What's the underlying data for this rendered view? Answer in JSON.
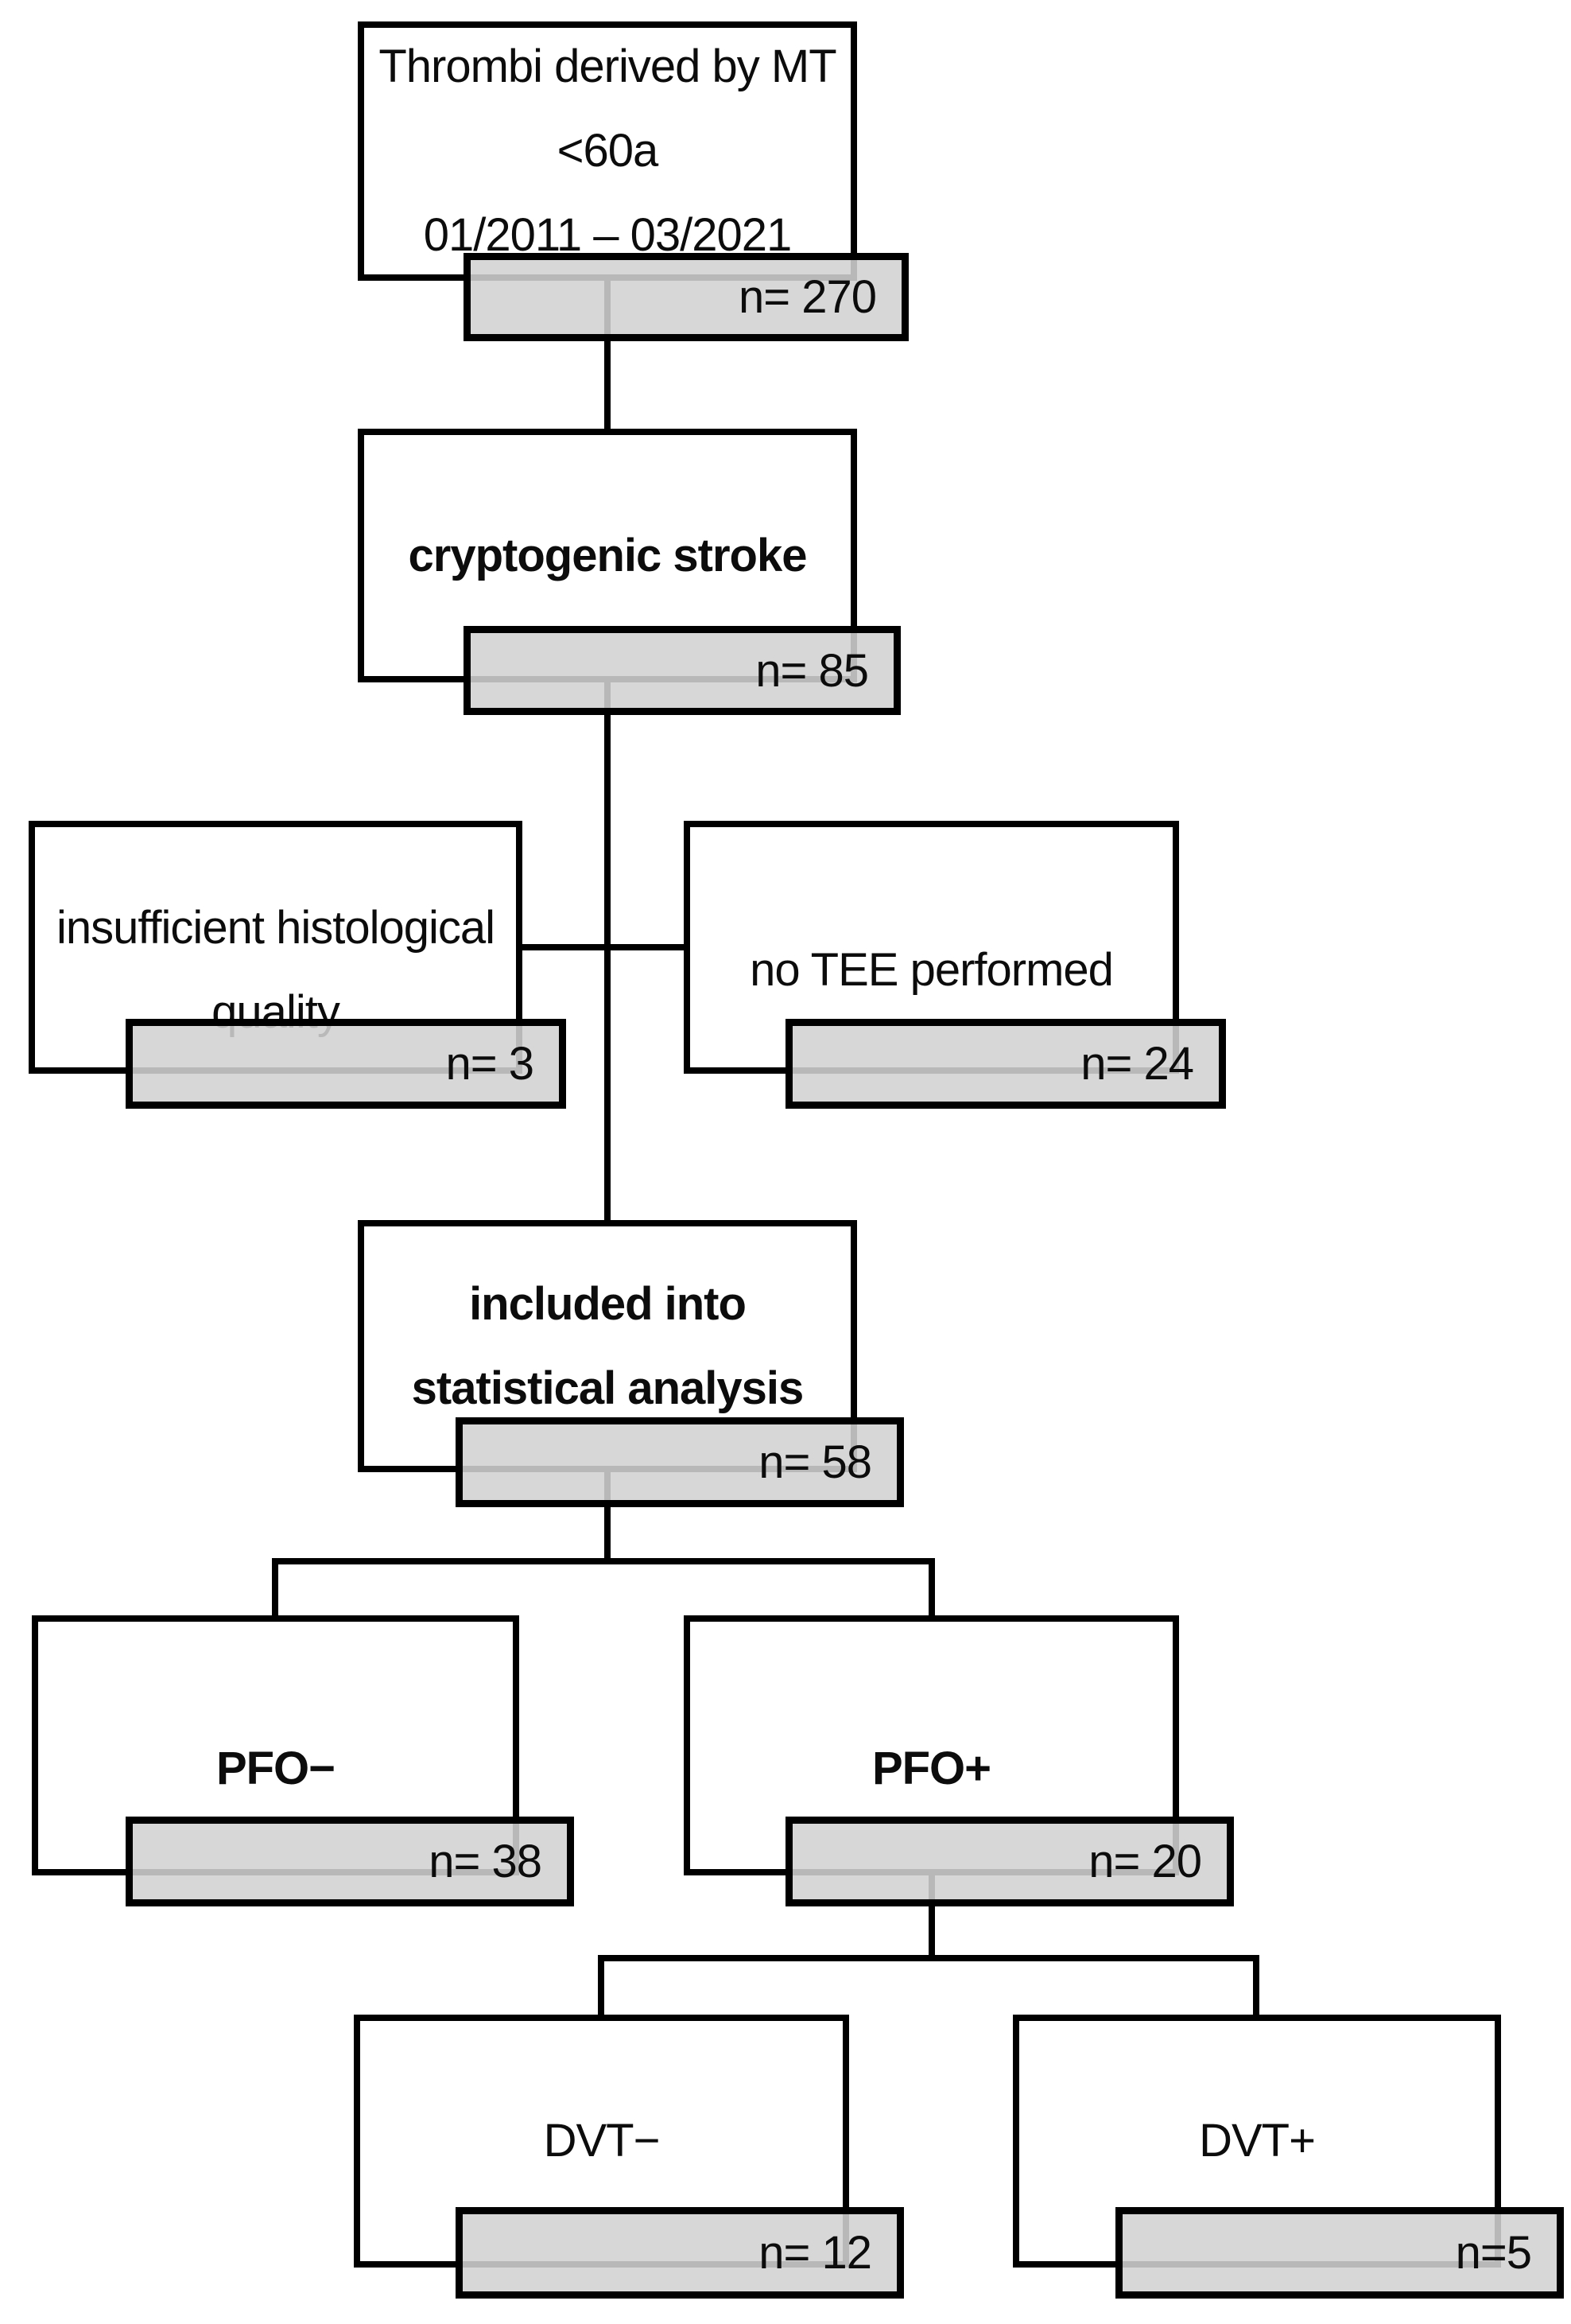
{
  "diagram": {
    "background_color": "#ffffff",
    "line_color": "#000000",
    "count_box_fill": "#d2d2d2",
    "nodes": [
      {
        "id": "source",
        "lines": [
          "Thrombi derived by MT",
          "<60a",
          "01/2011 – 03/2021"
        ],
        "count": "n= 270"
      },
      {
        "id": "cryptogenic",
        "lines": [
          "cryptogenic stroke"
        ],
        "count": "n= 85"
      },
      {
        "id": "insufficient",
        "lines": [
          "insufficient histological",
          "quality"
        ],
        "count": "n= 3"
      },
      {
        "id": "no_tee",
        "lines": [
          "no TEE performed"
        ],
        "count": "n= 24"
      },
      {
        "id": "included",
        "lines": [
          "included into",
          "statistical analysis"
        ],
        "count": "n= 58"
      },
      {
        "id": "pfo_negative",
        "lines": [
          "PFO−"
        ],
        "count": "n= 38"
      },
      {
        "id": "pfo_positive",
        "lines": [
          "PFO+"
        ],
        "count": "n= 20"
      },
      {
        "id": "dvt_negative",
        "lines": [
          "DVT−"
        ],
        "count": "n= 12"
      },
      {
        "id": "dvt_positive",
        "lines": [
          "DVT+"
        ],
        "count": "n=5"
      }
    ]
  }
}
